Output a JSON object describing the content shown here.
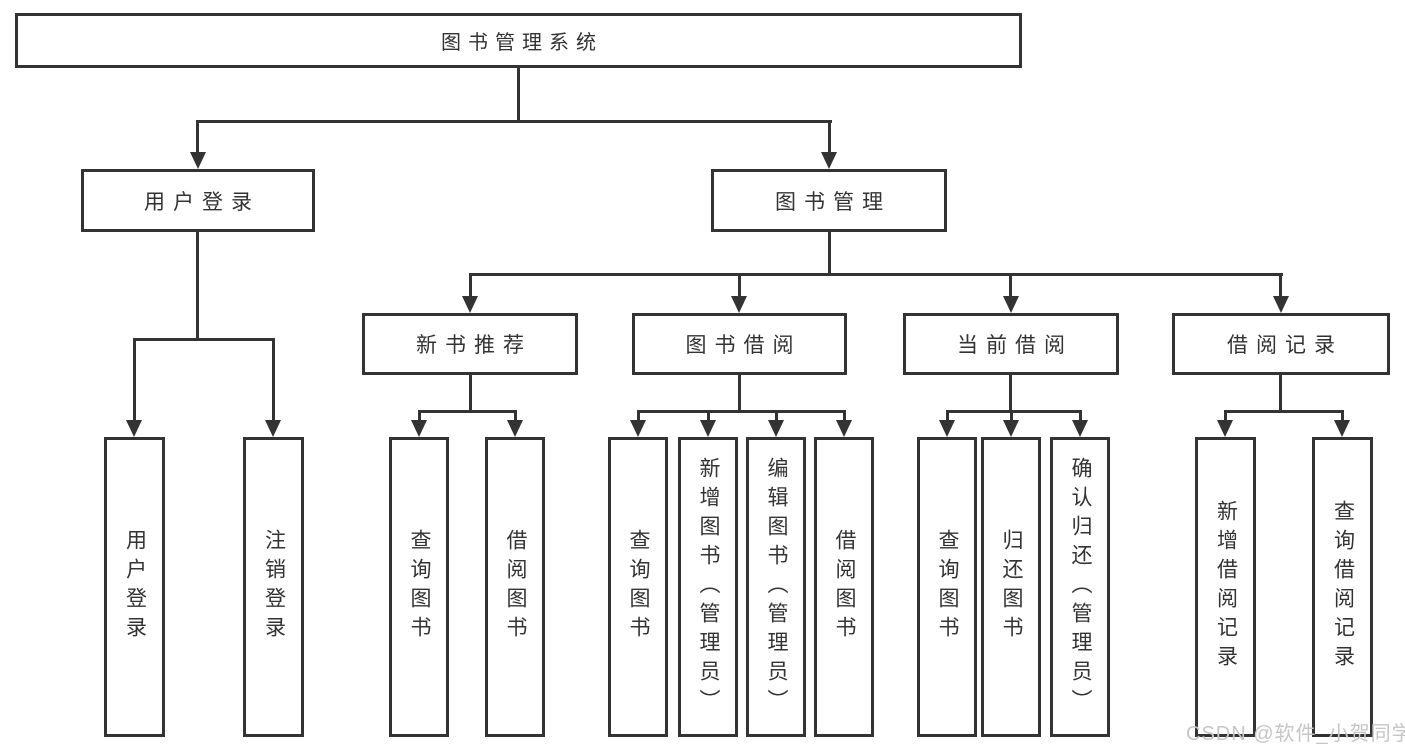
{
  "tree": {
    "label": "图书管理系统",
    "children": [
      {
        "label": "用户登录",
        "children": [
          {
            "label": "用户登录"
          },
          {
            "label": "注销登录"
          }
        ]
      },
      {
        "label": "图书管理",
        "children": [
          {
            "label": "新书推荐",
            "children": [
              {
                "label": "查询图书"
              },
              {
                "label": "借阅图书"
              }
            ]
          },
          {
            "label": "图书借阅",
            "children": [
              {
                "label": "查询图书"
              },
              {
                "label": "新增图书（管理员）"
              },
              {
                "label": "编辑图书（管理员）"
              },
              {
                "label": "借阅图书"
              }
            ]
          },
          {
            "label": "当前借阅",
            "children": [
              {
                "label": "查询图书"
              },
              {
                "label": "归还图书"
              },
              {
                "label": "确认归还（管理员）"
              }
            ]
          },
          {
            "label": "借阅记录",
            "children": [
              {
                "label": "新增借阅记录"
              },
              {
                "label": "查询借阅记录"
              }
            ]
          }
        ]
      }
    ]
  },
  "watermark": {
    "text": "CSDN @软件_小贺同学"
  },
  "colors": {
    "line": "#333333",
    "text": "#333333",
    "background": "#ffffff",
    "watermark": "#c6c6c6"
  }
}
